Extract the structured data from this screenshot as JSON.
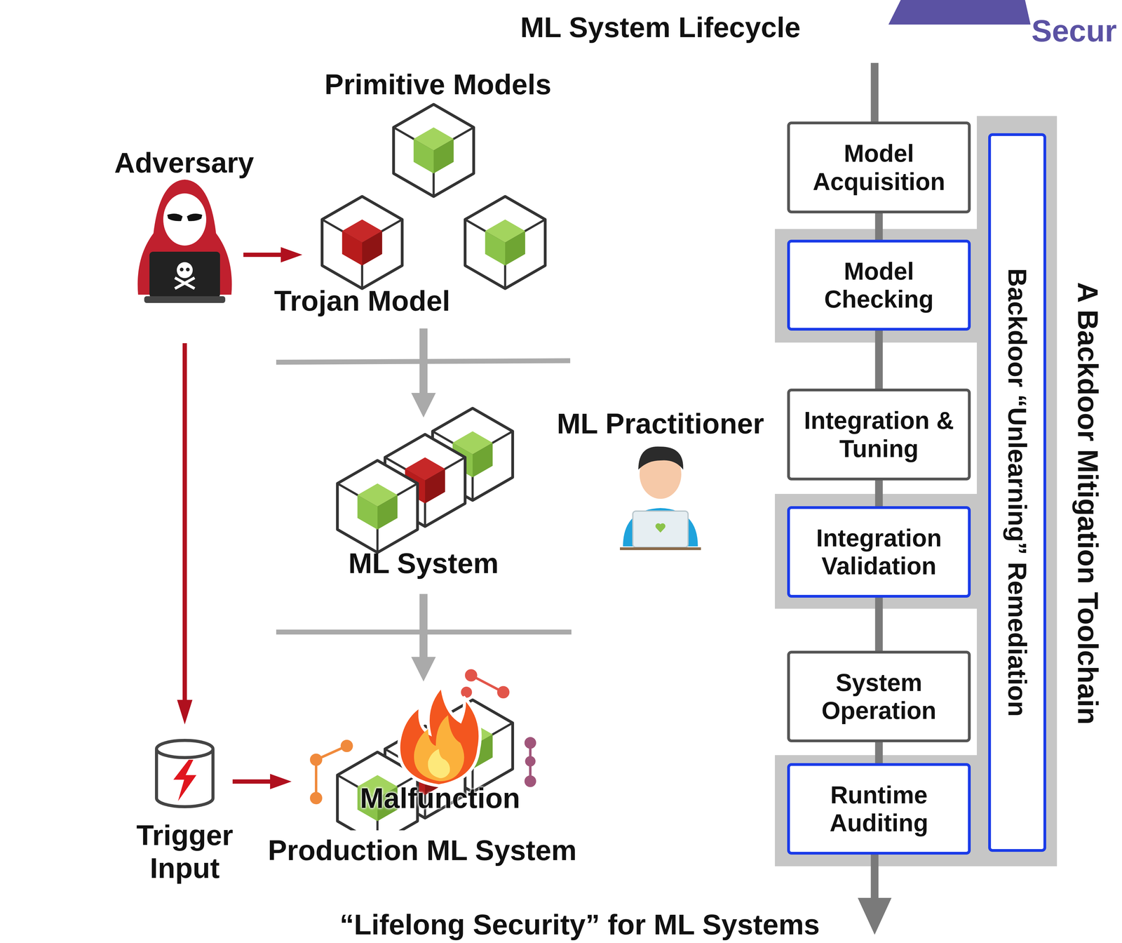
{
  "diagram": {
    "title": "ML System Lifecycle",
    "caption": "“Lifelong Security” for ML Systems",
    "nodes": [
      {
        "text": [
          "Model Acquisition"
        ]
      },
      {
        "text": [
          "Model Checking"
        ]
      },
      {
        "text": [
          "Integration & Tuning"
        ]
      },
      {
        "text": [
          "Integration Validation"
        ]
      },
      {
        "text": [
          "System Operation"
        ]
      },
      {
        "text": [
          "Runtime Auditing"
        ]
      },
      {
        "text": [
          "Backdoor “Unlearning” Remediation"
        ]
      }
    ],
    "edges": [
      {
        "from": 0,
        "to": 1,
        "arrow": "none"
      },
      {
        "from": 1,
        "to": 2,
        "arrow": "none"
      },
      {
        "from": 2,
        "to": 3,
        "arrow": "none"
      },
      {
        "from": 3,
        "to": 4,
        "arrow": "none"
      },
      {
        "from": 4,
        "to": 5,
        "arrow": "none"
      }
    ],
    "labels": [
      "Secur",
      "Primitive Models",
      "Adversary",
      "Trojan Model",
      "ML System",
      "ML Practitioner",
      "Malfunction",
      "Trigger Input",
      "Production ML System",
      "A Backdoor Mitigation Toolchain"
    ]
  }
}
